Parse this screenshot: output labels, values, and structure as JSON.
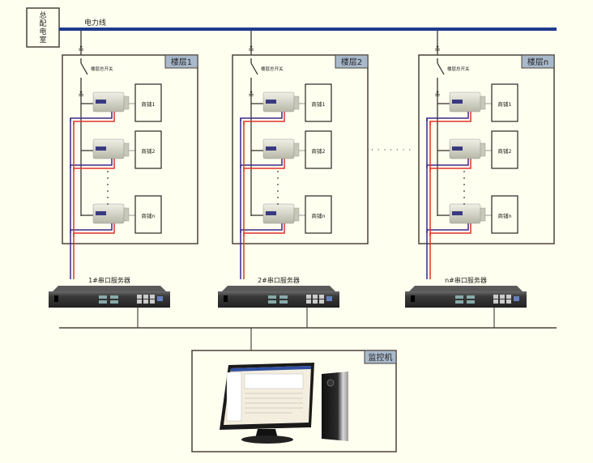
{
  "main_room": {
    "label_chars": [
      "总",
      "配",
      "电",
      "室"
    ]
  },
  "power_line": {
    "label": "电力线",
    "color": "#1f3a8c"
  },
  "floor_switch_label": "楼层总开关",
  "floors": [
    {
      "title": "楼层1",
      "shops": [
        "商铺1",
        "商铺2",
        "商铺n"
      ],
      "server_label": "1#串口服务器"
    },
    {
      "title": "楼层2",
      "shops": [
        "商铺1",
        "商铺2",
        "商铺n"
      ],
      "server_label": "2#串口服务器"
    },
    {
      "title": "楼层n",
      "shops": [
        "商铺1",
        "商铺2",
        "商铺n"
      ],
      "server_label": "n#串口服务器"
    }
  ],
  "ellipsis": "· · · · · · ·",
  "monitor": {
    "title": "监控机"
  },
  "colors": {
    "bus_red": "#e0322a",
    "bus_blue": "#3b2a8c",
    "title_tab": "#a9b9cc",
    "frame": "#4a4238"
  }
}
